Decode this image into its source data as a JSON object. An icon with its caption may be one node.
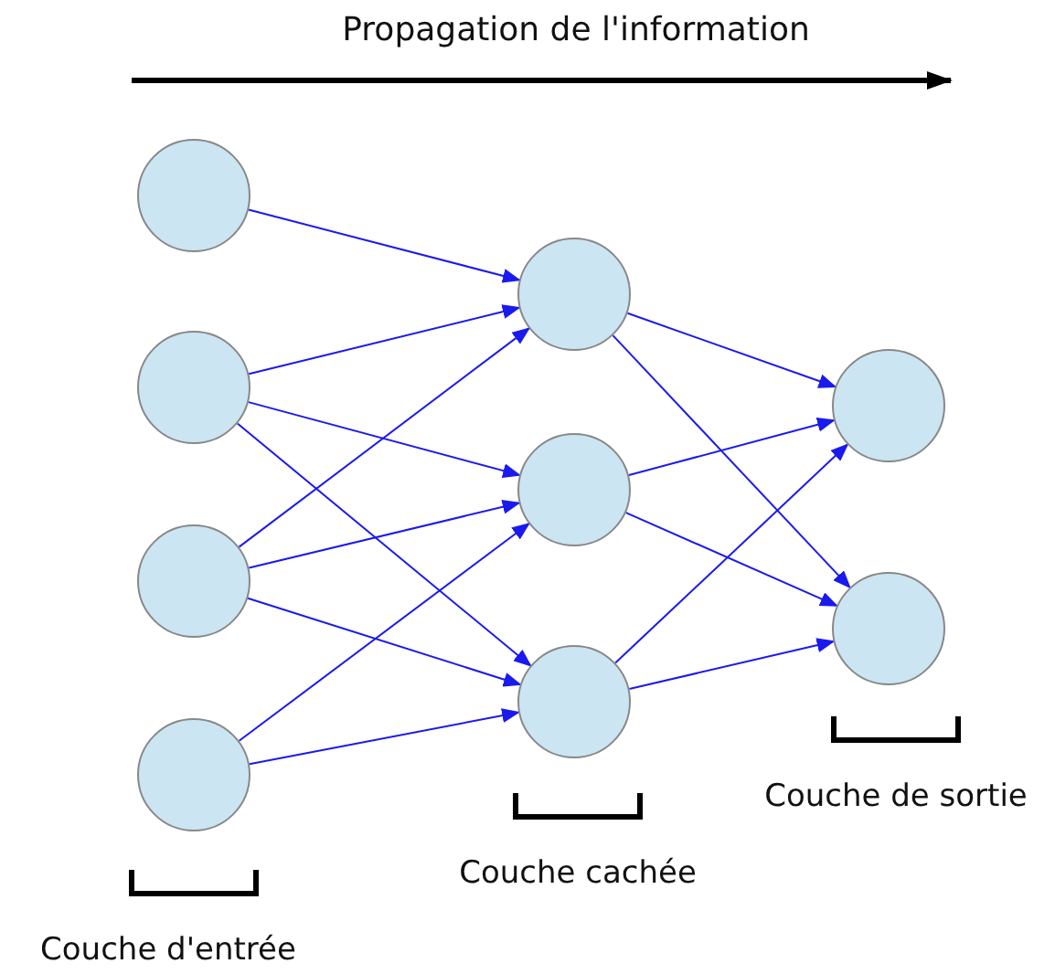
{
  "diagram": {
    "nodes": [
      {
        "text": [],
        "shape": "circle"
      },
      {
        "text": [],
        "shape": "circle"
      },
      {
        "text": [],
        "shape": "circle"
      },
      {
        "text": [],
        "shape": "circle"
      },
      {
        "text": [],
        "shape": "circle"
      },
      {
        "text": [],
        "shape": "circle"
      },
      {
        "text": [],
        "shape": "circle"
      },
      {
        "text": [],
        "shape": "circle"
      },
      {
        "text": [],
        "shape": "circle"
      }
    ],
    "edges": [
      {
        "from": 0,
        "to": 4,
        "arrow": "to"
      },
      {
        "from": 1,
        "to": 4,
        "arrow": "to"
      },
      {
        "from": 1,
        "to": 5,
        "arrow": "to"
      },
      {
        "from": 1,
        "to": 6,
        "arrow": "to"
      },
      {
        "from": 2,
        "to": 4,
        "arrow": "to"
      },
      {
        "from": 2,
        "to": 5,
        "arrow": "to"
      },
      {
        "from": 2,
        "to": 6,
        "arrow": "to"
      },
      {
        "from": 3,
        "to": 5,
        "arrow": "to"
      },
      {
        "from": 3,
        "to": 6,
        "arrow": "to"
      },
      {
        "from": 4,
        "to": 7,
        "arrow": "to"
      },
      {
        "from": 4,
        "to": 8,
        "arrow": "to"
      },
      {
        "from": 5,
        "to": 7,
        "arrow": "to"
      },
      {
        "from": 5,
        "to": 8,
        "arrow": "to"
      },
      {
        "from": 6,
        "to": 7,
        "arrow": "to"
      },
      {
        "from": 6,
        "to": 8,
        "arrow": "to"
      }
    ],
    "labels": [
      "Propagation de l'information",
      "Couche de sortie",
      "Couche cachée",
      "Couche d'entrée"
    ]
  }
}
